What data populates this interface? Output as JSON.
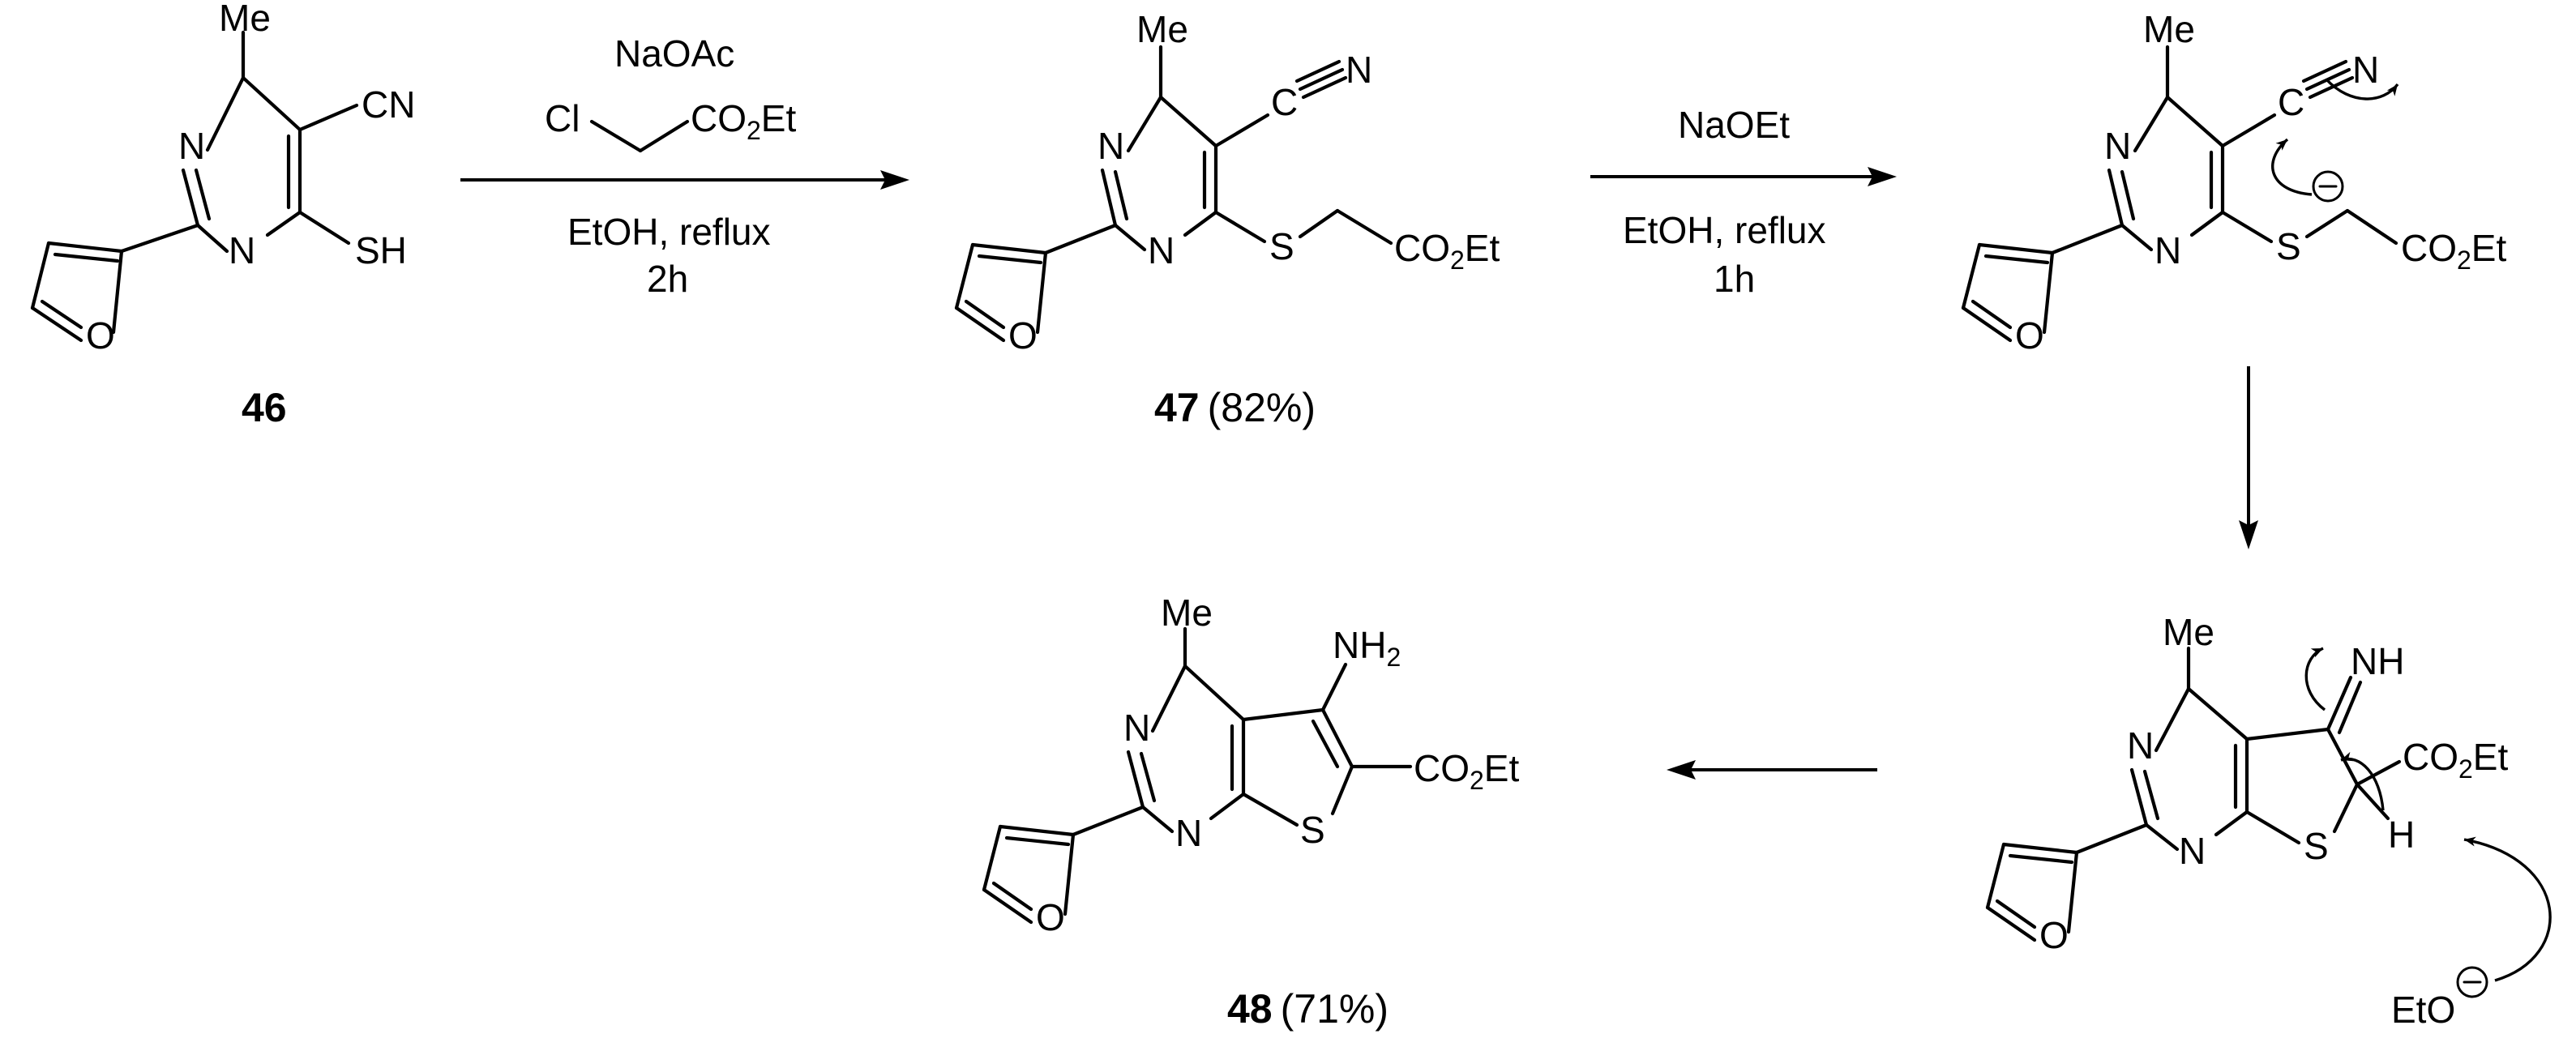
{
  "scheme": {
    "step1": {
      "reagent1": "NaOAc",
      "reagent2_cl": "Cl",
      "reagent2_co2et": "CO",
      "reagent2_et": "Et",
      "reagent2_sub": "2",
      "solvent": "EtOH, reflux",
      "time": "2h"
    },
    "step2": {
      "reagent": "NaOEt",
      "solvent": "EtOH, reflux",
      "time": "1h"
    },
    "compounds": {
      "c46": {
        "id": "46"
      },
      "c47": {
        "id": "47",
        "yield": "(82%)"
      },
      "c48": {
        "id": "48",
        "yield": "(71%)"
      }
    },
    "atoms": {
      "me": "Me",
      "n": "N",
      "o": "O",
      "s": "S",
      "sh": "SH",
      "cn": "CN",
      "c": "C",
      "co": "CO",
      "sub2": "2",
      "et": "Et",
      "nh": "NH",
      "nh2": "NH",
      "h": "H",
      "eto": "EtO",
      "minus": "−"
    }
  }
}
